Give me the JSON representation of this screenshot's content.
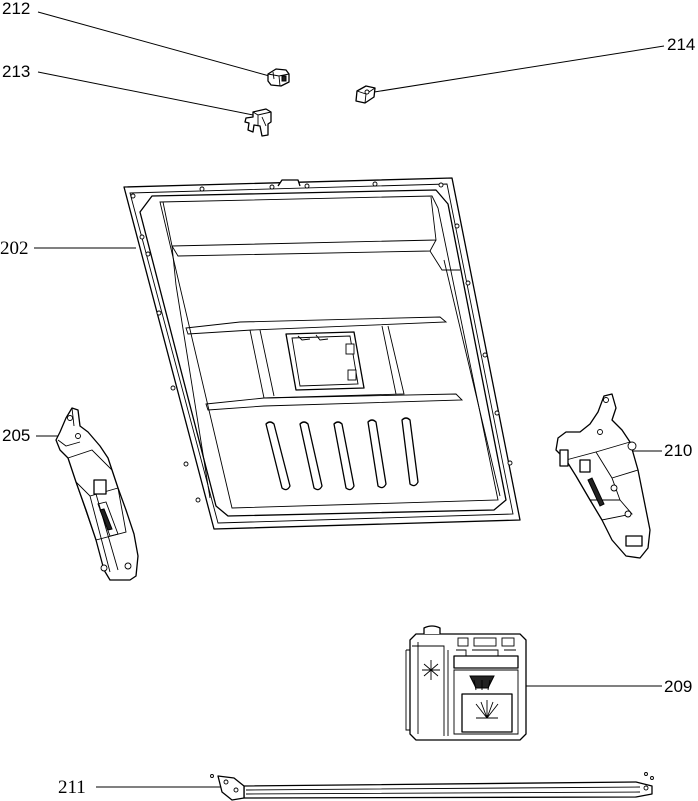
{
  "callouts": [
    {
      "id": "212"
    },
    {
      "id": "213"
    },
    {
      "id": "214"
    },
    {
      "id": "202"
    },
    {
      "id": "205"
    },
    {
      "id": "210"
    },
    {
      "id": "209"
    },
    {
      "id": "211"
    }
  ]
}
